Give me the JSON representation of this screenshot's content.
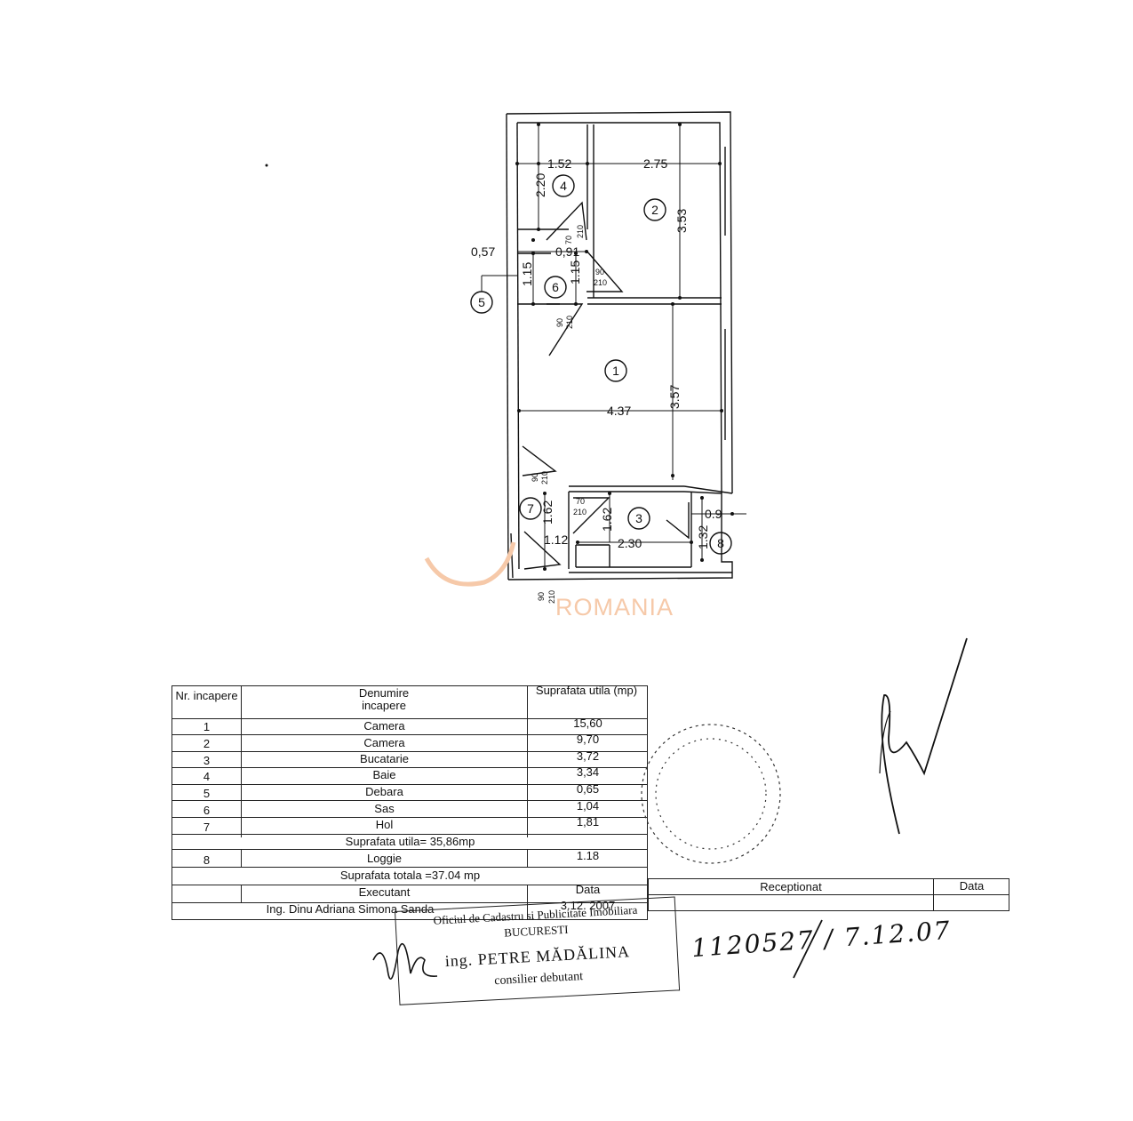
{
  "plan": {
    "rooms": [
      {
        "num": "1"
      },
      {
        "num": "2"
      },
      {
        "num": "3"
      },
      {
        "num": "4"
      },
      {
        "num": "5"
      },
      {
        "num": "6"
      },
      {
        "num": "7"
      },
      {
        "num": "8"
      }
    ],
    "dimensions": {
      "d152": "1.52",
      "d275": "2.75",
      "d220": "2.20",
      "d353": "3.53",
      "d057": "0,57",
      "d091": "0,91",
      "d115a": "1.15",
      "d115b": "1.15",
      "d437": "4.37",
      "d357": "3.57",
      "d162a": "1.62",
      "d162b": "1.62",
      "d112": "1.12",
      "d230": "2.30",
      "d09": "0.9",
      "d132": "1.32"
    },
    "door_tags": {
      "a70": "70",
      "a210": "210",
      "b90": "90",
      "b210": "210",
      "c90": "90",
      "c210": "210",
      "d90": "90",
      "d210": "210",
      "e70": "70",
      "e210": "210",
      "f90": "90",
      "f210": "210"
    }
  },
  "watermark": "ROMANIA",
  "table": {
    "headers": {
      "nr": "Nr. incapere",
      "den": "Denumire incapere",
      "sup": "Suprafata utila (mp)"
    },
    "rows": [
      {
        "nr": "1",
        "name": "Camera",
        "area": "15,60"
      },
      {
        "nr": "2",
        "name": "Camera",
        "area": "9,70"
      },
      {
        "nr": "3",
        "name": "Bucatarie",
        "area": "3,72"
      },
      {
        "nr": "4",
        "name": "Baie",
        "area": "3,34"
      },
      {
        "nr": "5",
        "name": "Debara",
        "area": "0,65"
      },
      {
        "nr": "6",
        "name": "Sas",
        "area": "1,04"
      },
      {
        "nr": "7",
        "name": "Hol",
        "area": "1,81"
      }
    ],
    "util_total": "Suprafata utila= 35,86mp",
    "row8": {
      "nr": "8",
      "name": "Loggie",
      "area": "1.18"
    },
    "total": "Suprafata totala =37.04 mp",
    "executant_label": "Executant",
    "data_label": "Data",
    "executant_name": "Ing. Dinu Adriana Simona Sanda",
    "executant_date": "3.12. 2007",
    "receptionat_label": "Receptionat",
    "receptionat_data_label": "Data"
  },
  "stamp": {
    "line1": "Oficiul de Cadastru si Publicitate Imobiliara",
    "line2": "BUCURESTI",
    "line3": "ing. PETRE MĂDĂLINA",
    "line4": "consilier debutant"
  },
  "handwritten": "1120527 / 7.12.07"
}
